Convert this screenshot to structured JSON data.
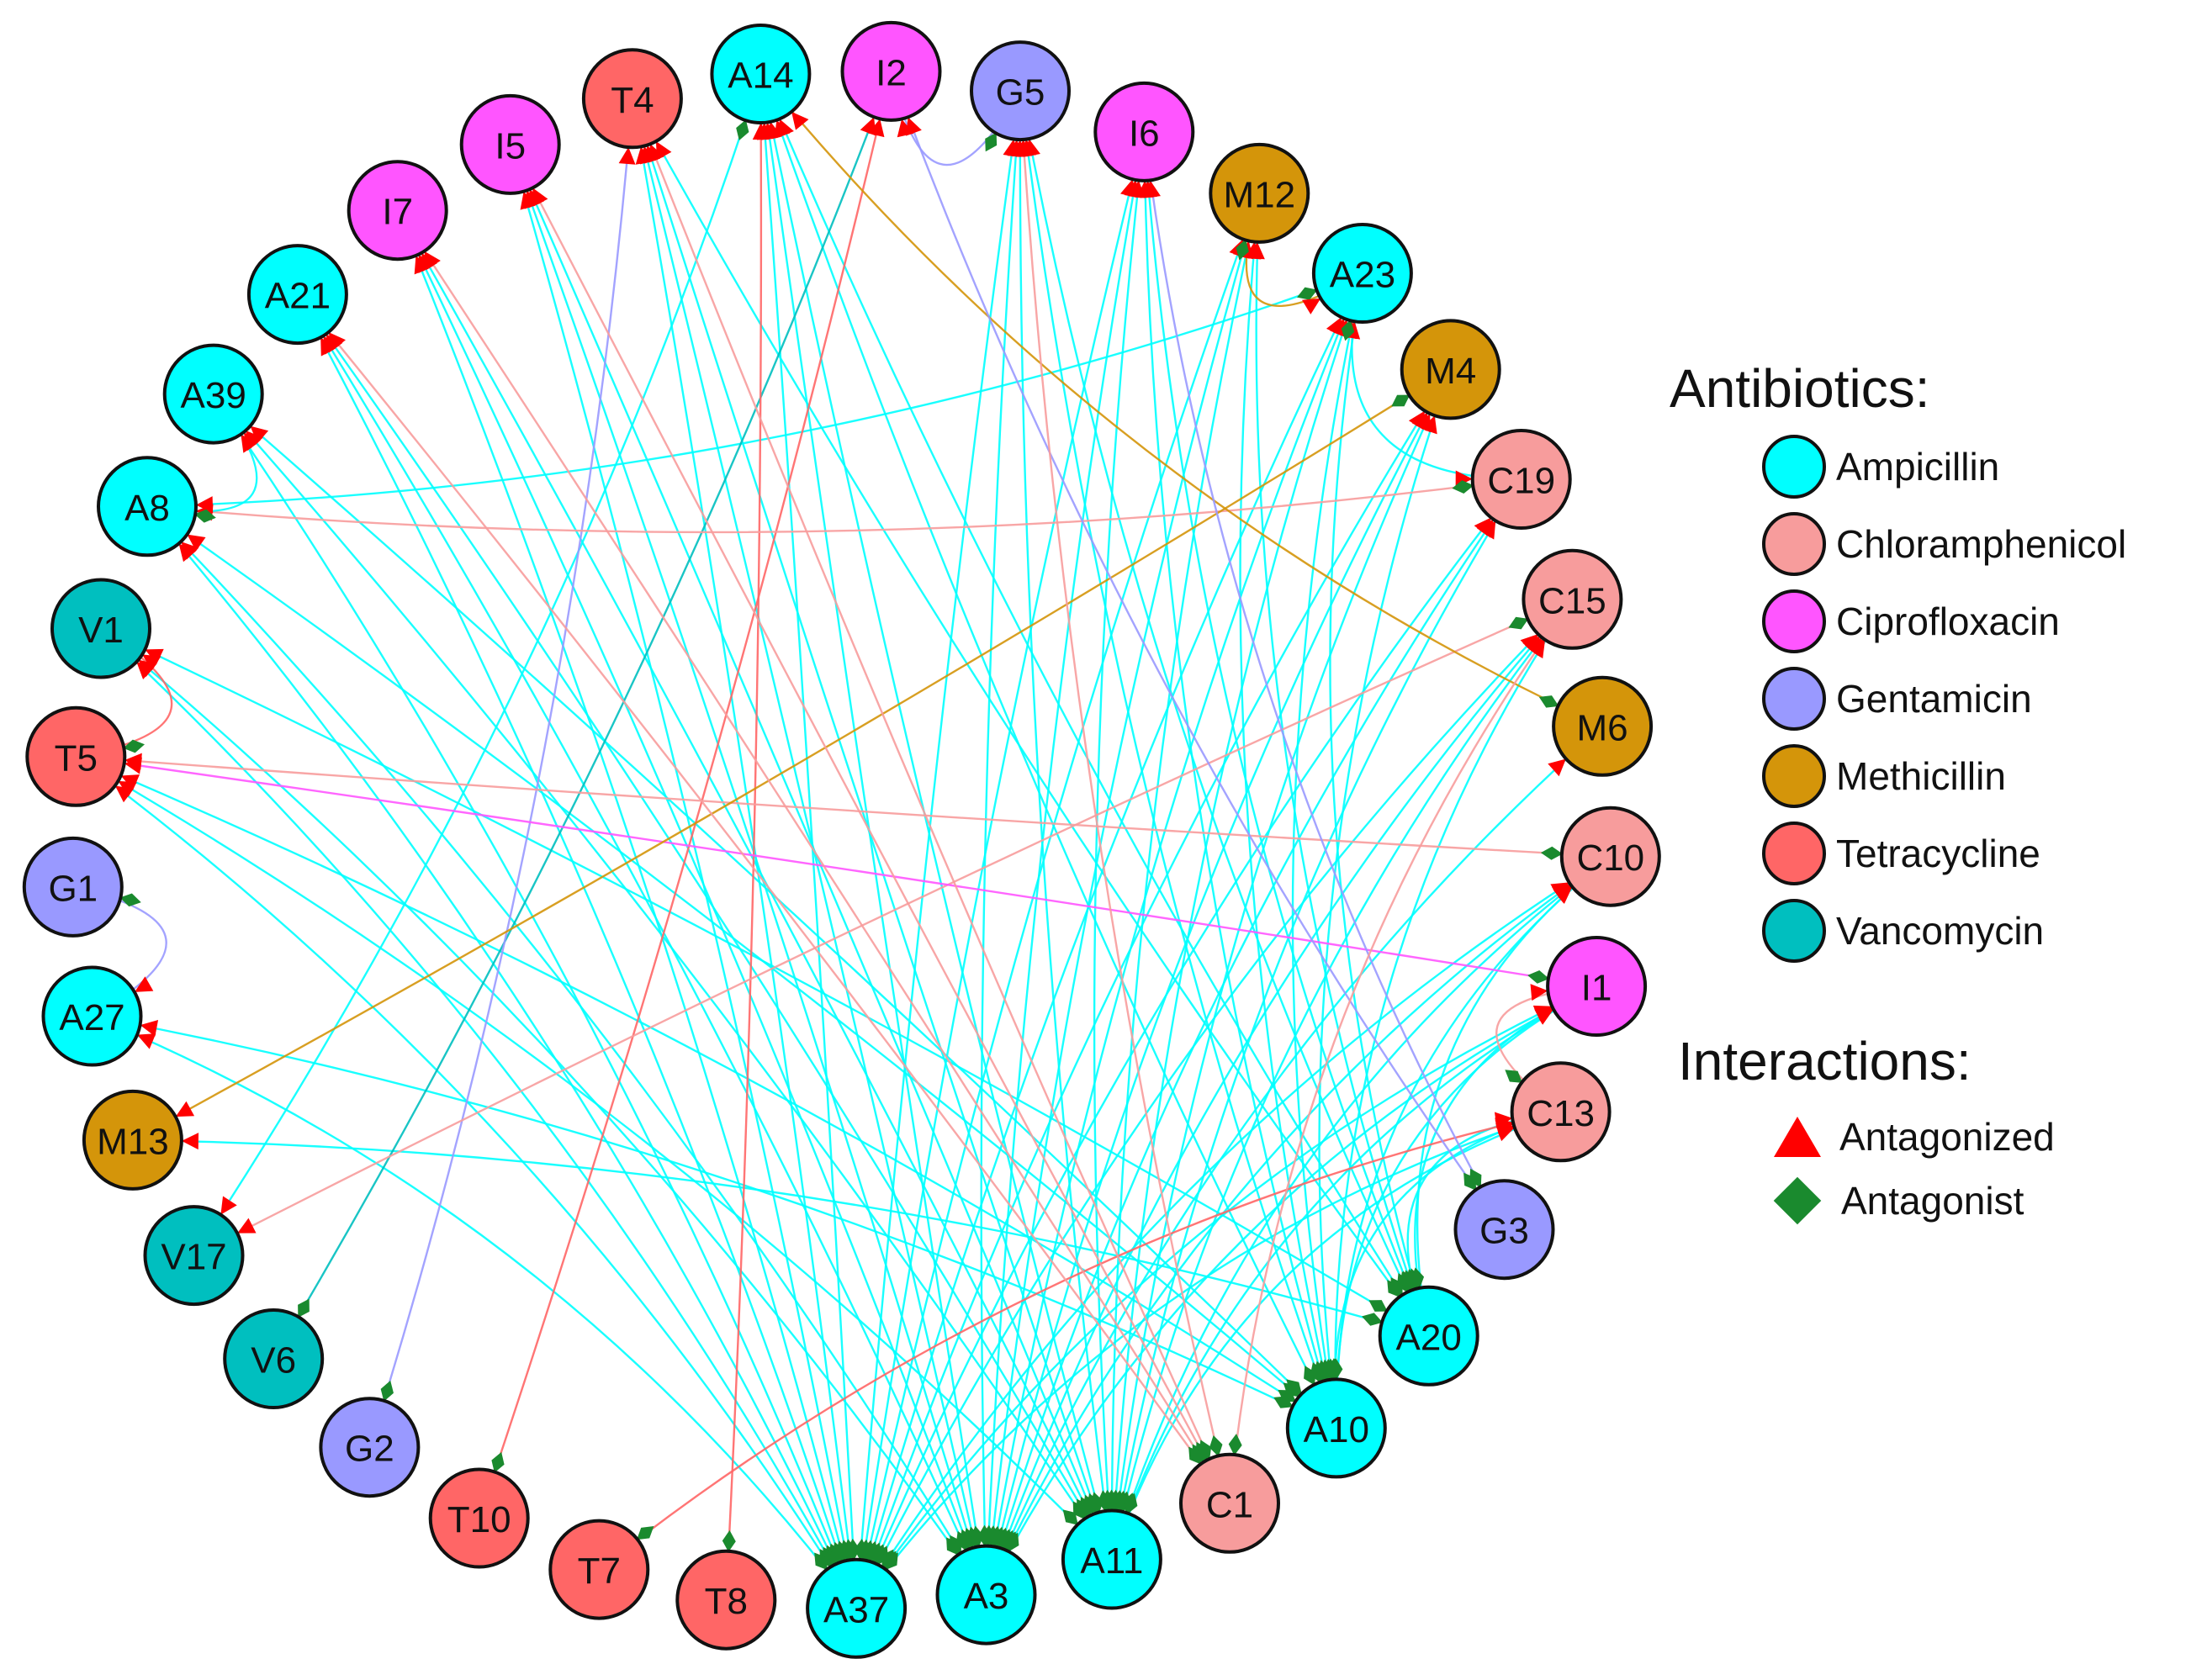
{
  "colors": {
    "Ampicillin": "#00ffff",
    "Chloramphenicol": "#f79c9c",
    "Ciprofloxacin": "#ff55ff",
    "Gentamicin": "#9999ff",
    "Methicillin": "#d4950a",
    "Tetracycline": "#ff6666",
    "Vancomycin": "#00bfbf",
    "antagonized": "#ff0000",
    "antagonist": "#1a8a2e"
  },
  "legend": {
    "antibiotics_title": "Antibiotics:",
    "antibiotics": [
      {
        "label": "Ampicillin",
        "color": "#00ffff"
      },
      {
        "label": "Chloramphenicol",
        "color": "#f79c9c"
      },
      {
        "label": "Ciprofloxacin",
        "color": "#ff55ff"
      },
      {
        "label": "Gentamicin",
        "color": "#9999ff"
      },
      {
        "label": "Methicillin",
        "color": "#d4950a"
      },
      {
        "label": "Tetracycline",
        "color": "#ff6666"
      },
      {
        "label": "Vancomycin",
        "color": "#00bfbf"
      }
    ],
    "interactions_title": "Interactions:",
    "interactions": [
      {
        "label": "Antagonized",
        "symbol": "triangle"
      },
      {
        "label": "Antagonist",
        "symbol": "diamond"
      }
    ]
  },
  "nodes": [
    {
      "id": "A14",
      "antibiotic": "Ampicillin"
    },
    {
      "id": "I2",
      "antibiotic": "Ciprofloxacin"
    },
    {
      "id": "G5",
      "antibiotic": "Gentamicin"
    },
    {
      "id": "I6",
      "antibiotic": "Ciprofloxacin"
    },
    {
      "id": "M12",
      "antibiotic": "Methicillin"
    },
    {
      "id": "A23",
      "antibiotic": "Ampicillin"
    },
    {
      "id": "M4",
      "antibiotic": "Methicillin"
    },
    {
      "id": "C19",
      "antibiotic": "Chloramphenicol"
    },
    {
      "id": "C15",
      "antibiotic": "Chloramphenicol"
    },
    {
      "id": "M6",
      "antibiotic": "Methicillin"
    },
    {
      "id": "C10",
      "antibiotic": "Chloramphenicol"
    },
    {
      "id": "I1",
      "antibiotic": "Ciprofloxacin"
    },
    {
      "id": "C13",
      "antibiotic": "Chloramphenicol"
    },
    {
      "id": "G3",
      "antibiotic": "Gentamicin"
    },
    {
      "id": "A20",
      "antibiotic": "Ampicillin"
    },
    {
      "id": "A10",
      "antibiotic": "Ampicillin"
    },
    {
      "id": "C1",
      "antibiotic": "Chloramphenicol"
    },
    {
      "id": "A11",
      "antibiotic": "Ampicillin"
    },
    {
      "id": "A3",
      "antibiotic": "Ampicillin"
    },
    {
      "id": "A37",
      "antibiotic": "Ampicillin"
    },
    {
      "id": "T8",
      "antibiotic": "Tetracycline"
    },
    {
      "id": "T7",
      "antibiotic": "Tetracycline"
    },
    {
      "id": "T10",
      "antibiotic": "Tetracycline"
    },
    {
      "id": "G2",
      "antibiotic": "Gentamicin"
    },
    {
      "id": "V6",
      "antibiotic": "Vancomycin"
    },
    {
      "id": "V17",
      "antibiotic": "Vancomycin"
    },
    {
      "id": "M13",
      "antibiotic": "Methicillin"
    },
    {
      "id": "A27",
      "antibiotic": "Ampicillin"
    },
    {
      "id": "G1",
      "antibiotic": "Gentamicin"
    },
    {
      "id": "T5",
      "antibiotic": "Tetracycline"
    },
    {
      "id": "V1",
      "antibiotic": "Vancomycin"
    },
    {
      "id": "A8",
      "antibiotic": "Ampicillin"
    },
    {
      "id": "A39",
      "antibiotic": "Ampicillin"
    },
    {
      "id": "A21",
      "antibiotic": "Ampicillin"
    },
    {
      "id": "I7",
      "antibiotic": "Ciprofloxacin"
    },
    {
      "id": "I5",
      "antibiotic": "Ciprofloxacin"
    },
    {
      "id": "T4",
      "antibiotic": "Tetracycline"
    }
  ],
  "edges": [
    {
      "source": "A37",
      "target": "A14"
    },
    {
      "source": "A37",
      "target": "G5"
    },
    {
      "source": "A37",
      "target": "I6"
    },
    {
      "source": "A37",
      "target": "M12"
    },
    {
      "source": "A37",
      "target": "A23"
    },
    {
      "source": "A37",
      "target": "M4"
    },
    {
      "source": "A37",
      "target": "C19"
    },
    {
      "source": "A37",
      "target": "C15"
    },
    {
      "source": "A37",
      "target": "C10"
    },
    {
      "source": "A37",
      "target": "I1"
    },
    {
      "source": "A37",
      "target": "C13"
    },
    {
      "source": "A37",
      "target": "T4"
    },
    {
      "source": "A37",
      "target": "I5"
    },
    {
      "source": "A37",
      "target": "I7"
    },
    {
      "source": "A37",
      "target": "A21"
    },
    {
      "source": "A37",
      "target": "A39"
    },
    {
      "source": "A37",
      "target": "A8"
    },
    {
      "source": "A37",
      "target": "V1"
    },
    {
      "source": "A37",
      "target": "T5"
    },
    {
      "source": "A37",
      "target": "A27"
    },
    {
      "source": "A3",
      "target": "A14"
    },
    {
      "source": "A3",
      "target": "G5"
    },
    {
      "source": "A3",
      "target": "I6"
    },
    {
      "source": "A3",
      "target": "M12"
    },
    {
      "source": "A3",
      "target": "A23"
    },
    {
      "source": "A3",
      "target": "M4"
    },
    {
      "source": "A3",
      "target": "C19"
    },
    {
      "source": "A3",
      "target": "C15"
    },
    {
      "source": "A3",
      "target": "M6"
    },
    {
      "source": "A3",
      "target": "C10"
    },
    {
      "source": "A3",
      "target": "I1"
    },
    {
      "source": "A3",
      "target": "T4"
    },
    {
      "source": "A3",
      "target": "I5"
    },
    {
      "source": "A3",
      "target": "I7"
    },
    {
      "source": "A3",
      "target": "A21"
    },
    {
      "source": "A3",
      "target": "A8"
    },
    {
      "source": "A3",
      "target": "V1"
    },
    {
      "source": "A11",
      "target": "A14"
    },
    {
      "source": "A11",
      "target": "G5"
    },
    {
      "source": "A11",
      "target": "I6"
    },
    {
      "source": "A11",
      "target": "M12"
    },
    {
      "source": "A11",
      "target": "A23"
    },
    {
      "source": "A11",
      "target": "M4"
    },
    {
      "source": "A11",
      "target": "C19"
    },
    {
      "source": "A11",
      "target": "C15"
    },
    {
      "source": "A11",
      "target": "C10"
    },
    {
      "source": "A11",
      "target": "I1"
    },
    {
      "source": "A11",
      "target": "C13"
    },
    {
      "source": "A11",
      "target": "T4"
    },
    {
      "source": "A11",
      "target": "I5"
    },
    {
      "source": "A11",
      "target": "I7"
    },
    {
      "source": "A11",
      "target": "A39"
    },
    {
      "source": "A11",
      "target": "A21"
    },
    {
      "source": "A11",
      "target": "T5"
    },
    {
      "source": "A10",
      "target": "A14"
    },
    {
      "source": "A10",
      "target": "G5"
    },
    {
      "source": "A10",
      "target": "I6"
    },
    {
      "source": "A10",
      "target": "M12"
    },
    {
      "source": "A10",
      "target": "A23"
    },
    {
      "source": "A10",
      "target": "M4"
    },
    {
      "source": "A10",
      "target": "C15"
    },
    {
      "source": "A10",
      "target": "C10"
    },
    {
      "source": "A10",
      "target": "I1"
    },
    {
      "source": "A10",
      "target": "C13"
    },
    {
      "source": "A10",
      "target": "A8"
    },
    {
      "source": "A10",
      "target": "A39"
    },
    {
      "source": "A10",
      "target": "T5"
    },
    {
      "source": "A10",
      "target": "A27"
    },
    {
      "source": "A20",
      "target": "A14"
    },
    {
      "source": "A20",
      "target": "G5"
    },
    {
      "source": "A20",
      "target": "I6"
    },
    {
      "source": "A20",
      "target": "M12"
    },
    {
      "source": "A20",
      "target": "A23"
    },
    {
      "source": "A20",
      "target": "C10"
    },
    {
      "source": "A20",
      "target": "I1"
    },
    {
      "source": "A20",
      "target": "C13"
    },
    {
      "source": "A20",
      "target": "T4"
    },
    {
      "source": "A20",
      "target": "V1"
    },
    {
      "source": "A20",
      "target": "M13"
    },
    {
      "source": "A23",
      "target": "A8"
    },
    {
      "source": "A23",
      "target": "C19"
    },
    {
      "source": "A14",
      "target": "V17"
    },
    {
      "source": "V6",
      "target": "I2"
    },
    {
      "source": "G2",
      "target": "T4"
    },
    {
      "source": "T10",
      "target": "I2"
    },
    {
      "source": "T7",
      "target": "C13"
    },
    {
      "source": "T8",
      "target": "A14"
    },
    {
      "source": "C19",
      "target": "A8"
    },
    {
      "source": "C15",
      "target": "V17"
    },
    {
      "source": "C10",
      "target": "T5"
    },
    {
      "source": "I1",
      "target": "T5"
    },
    {
      "source": "M4",
      "target": "M13"
    },
    {
      "source": "M6",
      "target": "A14"
    },
    {
      "source": "M12",
      "target": "A23"
    },
    {
      "source": "G5",
      "target": "I2"
    },
    {
      "source": "G3",
      "target": "I2"
    },
    {
      "source": "G3",
      "target": "I6"
    },
    {
      "source": "C1",
      "target": "I5"
    },
    {
      "source": "C1",
      "target": "I7"
    },
    {
      "source": "C1",
      "target": "T4"
    },
    {
      "source": "C1",
      "target": "A21"
    },
    {
      "source": "C1",
      "target": "G5"
    },
    {
      "source": "C1",
      "target": "C15"
    },
    {
      "source": "C13",
      "target": "I1"
    },
    {
      "source": "A8",
      "target": "A39"
    },
    {
      "source": "G1",
      "target": "A27"
    },
    {
      "source": "T5",
      "target": "V1"
    }
  ]
}
